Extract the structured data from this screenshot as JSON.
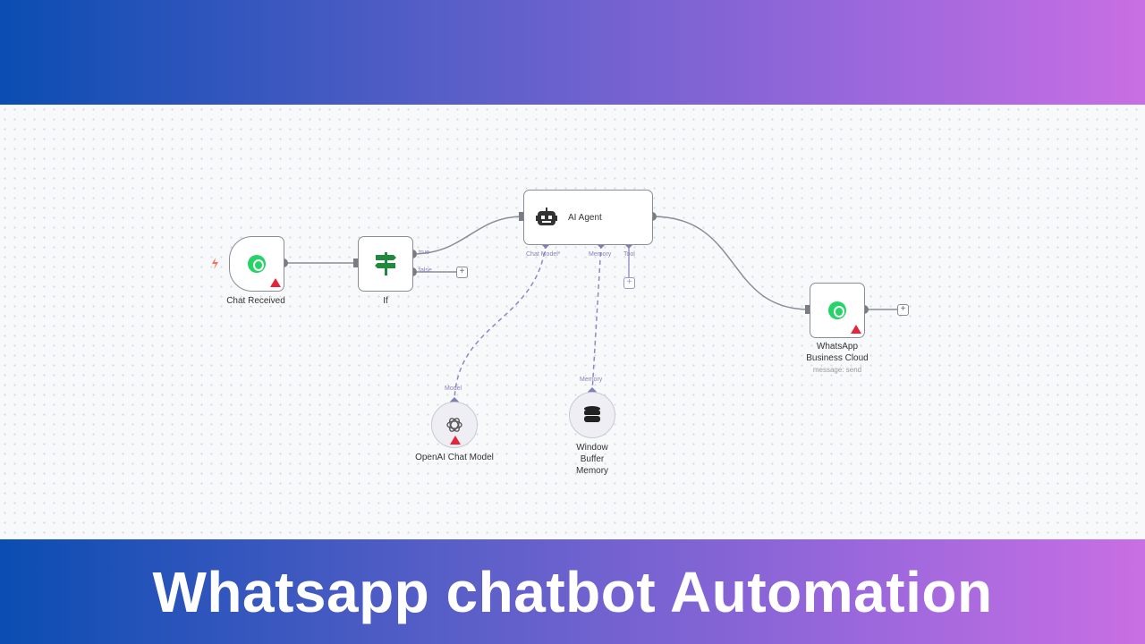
{
  "banner": {
    "title": "Whatsapp chatbot Automation",
    "colors": {
      "start": "#0b4db2",
      "end": "#c86fe3"
    }
  },
  "nodes": {
    "chat_received": {
      "label": "Chat Received",
      "icon": "whatsapp-icon",
      "warning": true
    },
    "if": {
      "label": "If",
      "icon": "signpost-icon",
      "outputs": [
        "true",
        "false"
      ]
    },
    "ai_agent": {
      "label": "AI Agent",
      "icon": "robot-icon",
      "ports": [
        "Chat Model*",
        "Memory",
        "Tool"
      ]
    },
    "whatsapp": {
      "label": "WhatsApp Business Cloud",
      "subtitle": "message: send",
      "icon": "whatsapp-icon",
      "warning": true
    },
    "openai": {
      "label": "OpenAI Chat Model",
      "port": "Model",
      "icon": "openai-icon",
      "warning": true
    },
    "memory": {
      "label": "Window Buffer Memory",
      "port": "Memory",
      "icon": "database-icon"
    }
  },
  "plus_label": "+"
}
